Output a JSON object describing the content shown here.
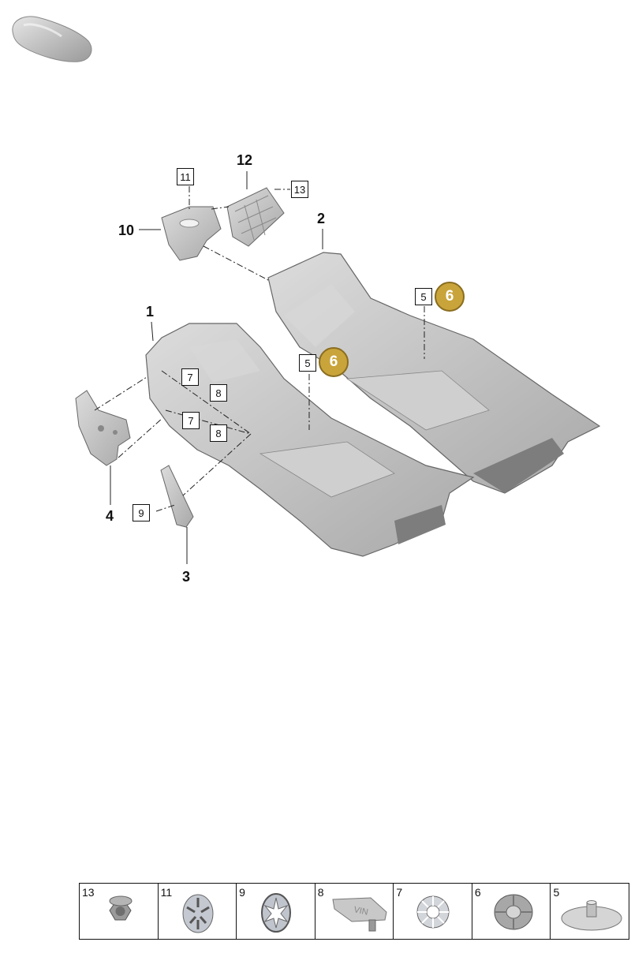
{
  "diagram": {
    "callouts": {
      "c1": "1",
      "c2": "2",
      "c3": "3",
      "c4": "4",
      "c10": "10",
      "c12": "12"
    },
    "boxed": {
      "b11": "11",
      "b13": "13",
      "b5a": "5",
      "b5b": "5",
      "b7a": "7",
      "b8a": "8",
      "b7b": "7",
      "b8b": "8",
      "b9": "9"
    },
    "badges": {
      "g6a": "6",
      "g6b": "6"
    },
    "badge_color": "#c9a43a",
    "part_color": "#c8c8c8"
  },
  "legend": {
    "cells": [
      {
        "num": "13",
        "icon": "hex-nut-icon"
      },
      {
        "num": "11",
        "icon": "slotted-clip-icon"
      },
      {
        "num": "9",
        "icon": "star-washer-icon"
      },
      {
        "num": "8",
        "icon": "vin-cover-icon"
      },
      {
        "num": "7",
        "icon": "spring-clip-icon"
      },
      {
        "num": "6",
        "icon": "plastic-clip-icon"
      },
      {
        "num": "5",
        "icon": "disc-clip-icon"
      }
    ]
  }
}
